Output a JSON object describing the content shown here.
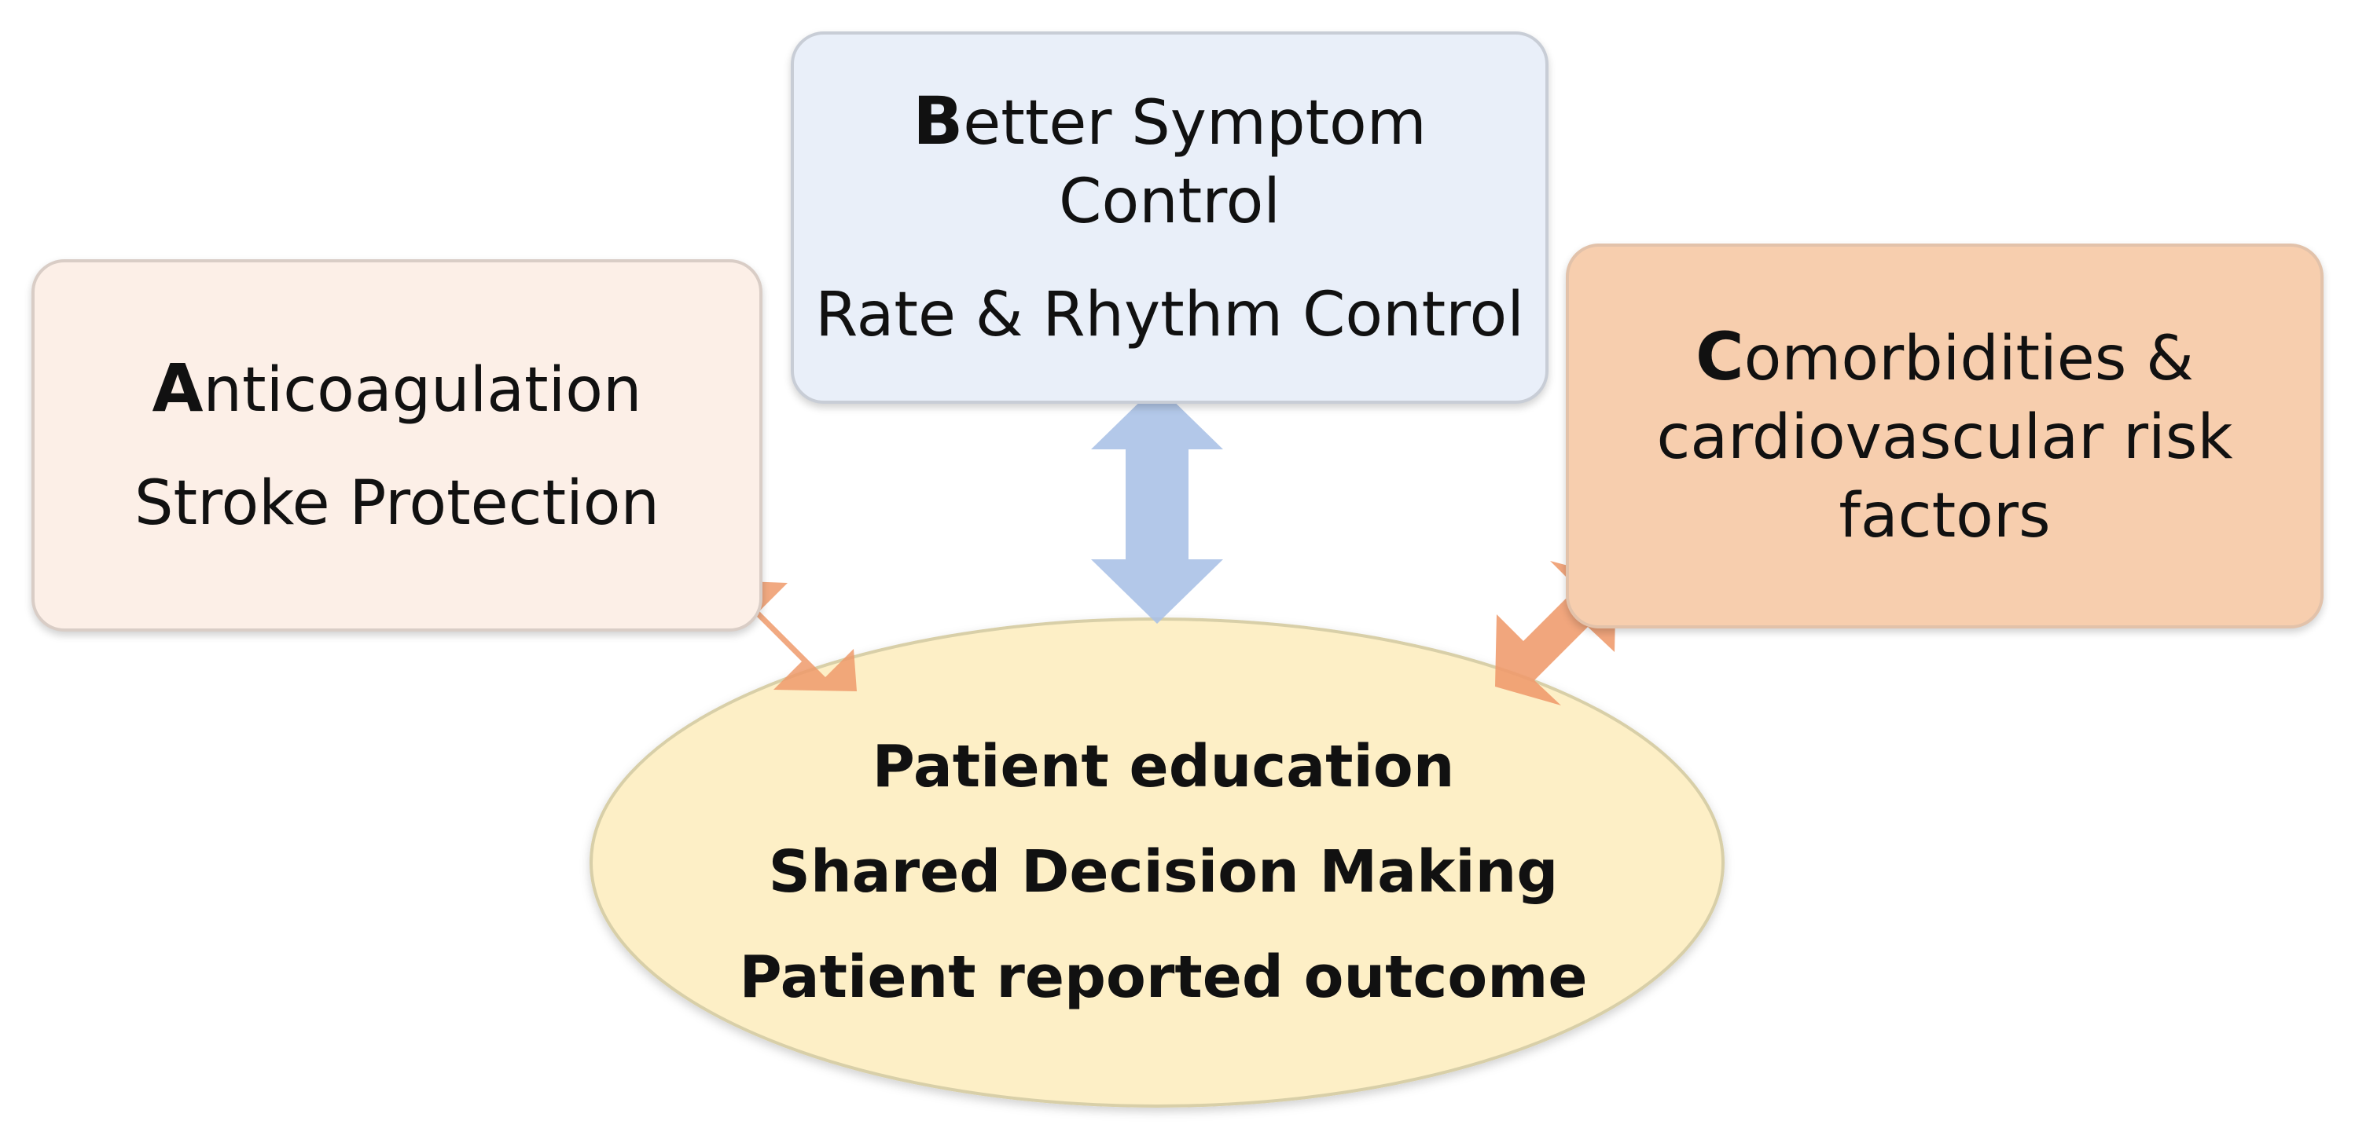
{
  "diagram": {
    "box_anticoagulation": {
      "cap_letter": "A",
      "title_rest": "nticoagulation",
      "subtitle": "Stroke Protection",
      "fill": "#fcefe7"
    },
    "box_symptom": {
      "cap_letter": "B",
      "title_rest": "etter Symptom",
      "title_line2": "Control",
      "subtitle": "Rate & Rhythm Control",
      "fill": "#e9eff9"
    },
    "box_comorbidities": {
      "cap_letter": "C",
      "title_rest": "omorbidities &",
      "title_line2": "cardiovascular risk",
      "title_line3": "factors",
      "fill": "#f7ceae"
    },
    "center": {
      "line1": "Patient education",
      "line2": "Shared Decision Making",
      "line3": "Patient reported outcome",
      "fill": "#fdefc6"
    },
    "arrow_colors": {
      "blue": "#a8c0e6",
      "orange": "#ef9a6b"
    }
  }
}
